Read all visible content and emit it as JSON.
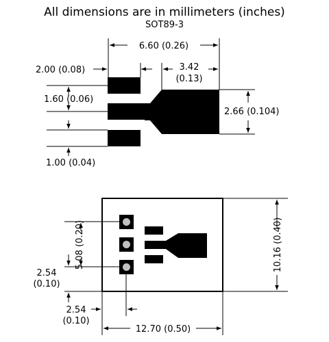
{
  "header": {
    "title": "All dimensions are in millimeters (inches)",
    "package": "SOT89-3"
  },
  "footprint": {
    "overall_width": "6.60 (0.26)",
    "pad_length": "2.00 (0.08)",
    "tab_length_line1": "3.42",
    "tab_length_line2": "(0.13)",
    "pad_pitch": "1.60 (0.06)",
    "tab_height": "2.66 (0.104)",
    "pad_width": "1.00 (0.04)"
  },
  "adapter": {
    "pin_spacing_rotated": "5.08 (0.20)",
    "board_height": "10.16 (0.40)",
    "pitch_left_line1": "2.54",
    "pitch_left_line2": "(0.10)",
    "pitch_bottom_line1": "2.54",
    "pitch_bottom_line2": "(0.10)",
    "board_width": "12.70 (0.50)"
  },
  "colors": {
    "ink": "#000000",
    "copper": "#000000",
    "hole": "#c0c0c0",
    "background": "#ffffff"
  }
}
